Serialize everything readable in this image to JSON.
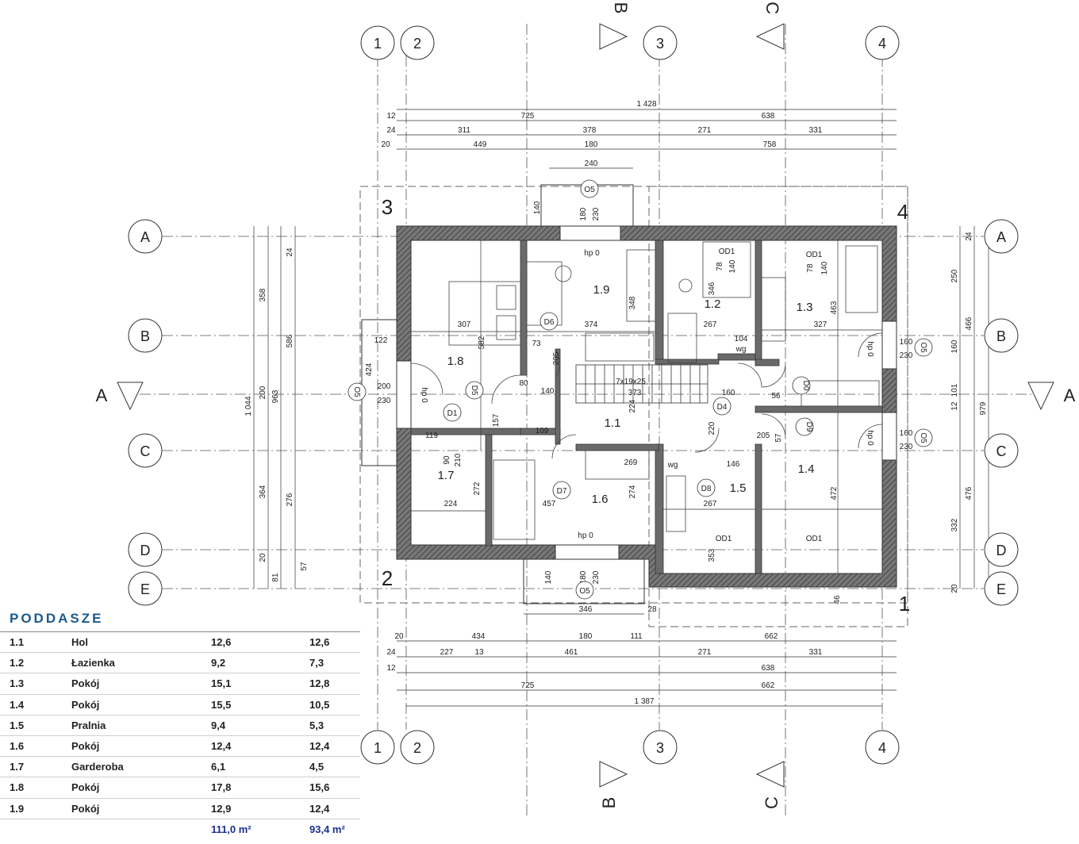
{
  "plan": {
    "axis_numbers": [
      "1",
      "2",
      "3",
      "4"
    ],
    "axis_letters": [
      "A",
      "B",
      "C",
      "D",
      "E"
    ],
    "section_labels": [
      "A",
      "B",
      "C"
    ],
    "corner_numbers": [
      "1",
      "2",
      "3",
      "4"
    ],
    "rooms": [
      "1.1",
      "1.2",
      "1.3",
      "1.4",
      "1.5",
      "1.6",
      "1.7",
      "1.8",
      "1.9"
    ],
    "door_tags": [
      "D0",
      "D1",
      "D4",
      "D5",
      "D6",
      "D7",
      "D8",
      "D9"
    ],
    "window_tag": "O5",
    "roof_windows": [
      "OD1"
    ],
    "window_sizes": [
      "180",
      "230",
      "200",
      "160",
      "140",
      "78",
      "140"
    ],
    "misc": [
      "hp 0",
      "wg",
      "7x19x25",
      "1 044",
      "963",
      "979",
      "1 428",
      "1 387"
    ],
    "dims_top": [
      "1 428",
      "725",
      "638",
      "311",
      "378",
      "271",
      "331",
      "449",
      "180",
      "758",
      "240",
      "12",
      "24",
      "20"
    ],
    "dims_bottom": [
      "20",
      "434",
      "180",
      "111",
      "662",
      "24",
      "227",
      "13",
      "461",
      "271",
      "331",
      "725",
      "638",
      "662",
      "1 387",
      "12",
      "346",
      "28"
    ],
    "dims_left": [
      "1 044",
      "358",
      "200",
      "364",
      "20",
      "81",
      "963",
      "586",
      "24",
      "276",
      "57"
    ],
    "dims_right": [
      "250",
      "466",
      "160",
      "101",
      "12",
      "979",
      "476",
      "332",
      "24",
      "20"
    ],
    "dims_inner": [
      "307",
      "582",
      "374",
      "348",
      "267",
      "346",
      "104",
      "327",
      "463",
      "122",
      "424",
      "119",
      "73",
      "80",
      "205",
      "140",
      "157",
      "373",
      "224",
      "109",
      "90",
      "210",
      "224",
      "272",
      "457",
      "269",
      "274",
      "220",
      "56",
      "160",
      "146",
      "267",
      "472",
      "353",
      "46",
      "57",
      "205"
    ]
  },
  "legend": {
    "title": "PODDASZE",
    "rows": [
      {
        "no": "1.1",
        "name": "Hol",
        "a": "12,6",
        "b": "12,6"
      },
      {
        "no": "1.2",
        "name": "Łazienka",
        "a": "9,2",
        "b": "7,3"
      },
      {
        "no": "1.3",
        "name": "Pokój",
        "a": "15,1",
        "b": "12,8"
      },
      {
        "no": "1.4",
        "name": "Pokój",
        "a": "15,5",
        "b": "10,5"
      },
      {
        "no": "1.5",
        "name": "Pralnia",
        "a": "9,4",
        "b": "5,3"
      },
      {
        "no": "1.6",
        "name": "Pokój",
        "a": "12,4",
        "b": "12,4"
      },
      {
        "no": "1.7",
        "name": "Garderoba",
        "a": "6,1",
        "b": "4,5"
      },
      {
        "no": "1.8",
        "name": "Pokój",
        "a": "17,8",
        "b": "15,6"
      },
      {
        "no": "1.9",
        "name": "Pokój",
        "a": "12,9",
        "b": "12,4"
      }
    ],
    "total_a": "111,0 m²",
    "total_b": "93,4 m²"
  },
  "colors": {
    "wall": "#5a5a5a",
    "line": "#333333",
    "accent": "#1c5a8c",
    "total": "#1a2f8f"
  }
}
